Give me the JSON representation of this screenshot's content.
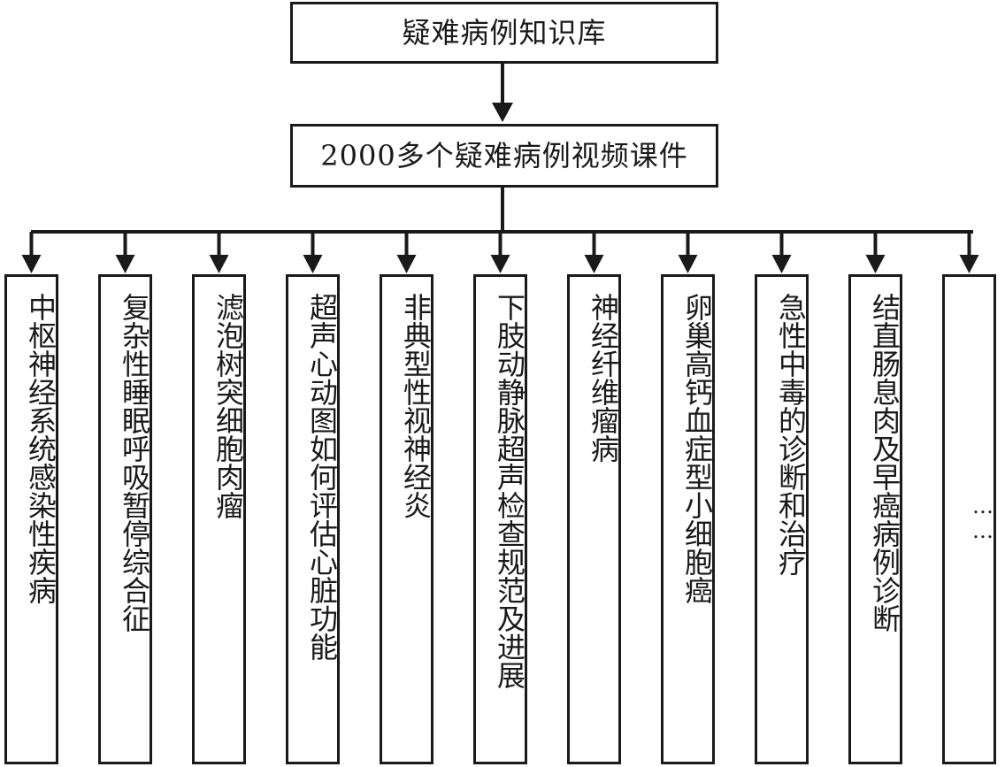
{
  "root": {
    "label": "疑难病例知识库"
  },
  "middle": {
    "label": "2000多个疑难病例视频课件"
  },
  "categories": [
    {
      "label": "中枢神经系统感染性疾病"
    },
    {
      "label": "复杂性睡眠呼吸暂停综合征"
    },
    {
      "label": "滤泡树突细胞肉瘤"
    },
    {
      "label": "超声心动图如何评估心脏功能"
    },
    {
      "label": "非典型性视神经炎"
    },
    {
      "label": "下肢动静脉超声检查规范及进展"
    },
    {
      "label": "神经纤维瘤病"
    },
    {
      "label": "卵巢高钙血症型小细胞癌"
    },
    {
      "label": "急性中毒的诊断和治疗"
    },
    {
      "label": "结直肠息肉及早癌病例诊断"
    },
    {
      "label": "……"
    }
  ],
  "colors": {
    "line": "#1a1a1a",
    "box_fill": "#ffffff"
  }
}
